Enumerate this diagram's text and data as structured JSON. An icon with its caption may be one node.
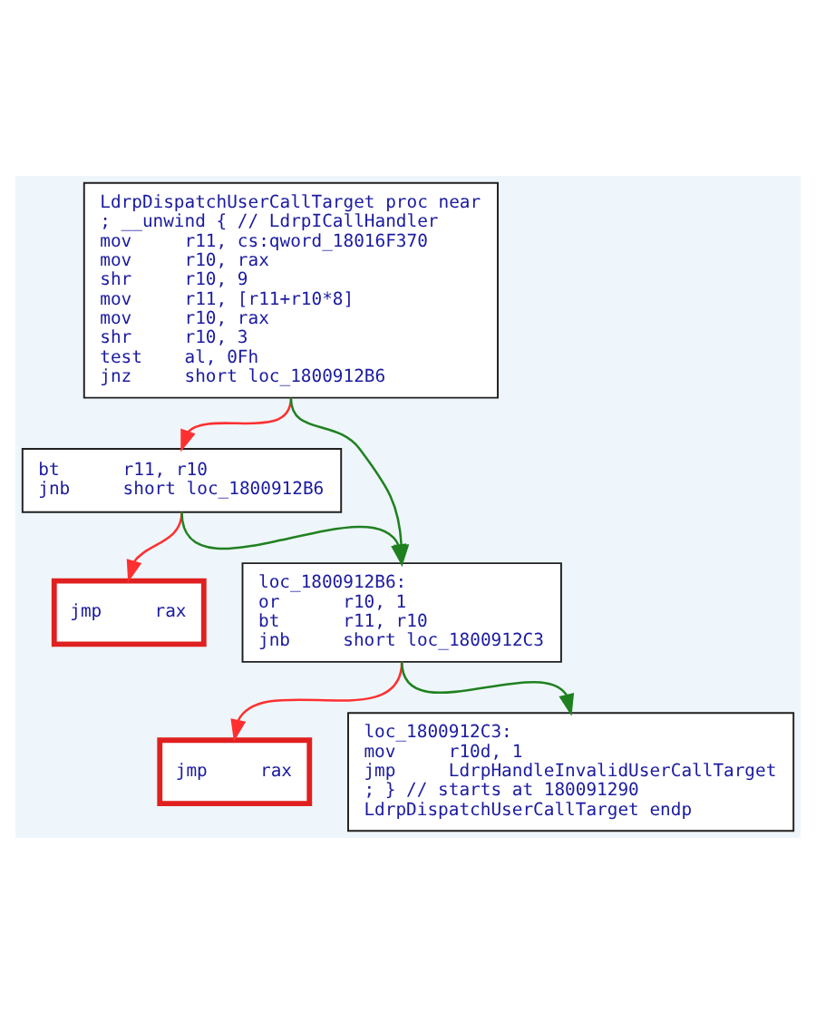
{
  "diagram": {
    "nodes": [
      {
        "text": [
          "LdrpDispatchUserCallTarget proc near",
          "; __unwind { // LdrpICallHandler",
          "mov     r11, cs:qword_18016F370",
          "mov     r10, rax",
          "shr     r10, 9",
          "mov     r11, [r11+r10*8]",
          "mov     r10, rax",
          "shr     r10, 3",
          "test    al, 0Fh",
          "jnz     short loc_1800912B6"
        ]
      },
      {
        "text": [
          "bt      r11, r10",
          "jnb     short loc_1800912B6"
        ]
      },
      {
        "text": [
          "jmp     rax"
        ]
      },
      {
        "text": [
          "loc_1800912B6:",
          "or      r10, 1",
          "bt      r11, r10",
          "jnb     short loc_1800912C3"
        ]
      },
      {
        "text": [
          "jmp     rax"
        ]
      },
      {
        "text": [
          "loc_1800912C3:",
          "mov     r10d, 1",
          "jmp     LdrpHandleInvalidUserCallTarget",
          "; } // starts at 180091290",
          "LdrpDispatchUserCallTarget endp"
        ]
      }
    ],
    "edges": [
      {
        "from": 0,
        "to": 1,
        "arrow": "to",
        "color": "#ff3030"
      },
      {
        "from": 0,
        "to": 3,
        "arrow": "to",
        "color": "#208020"
      },
      {
        "from": 1,
        "to": 2,
        "arrow": "to",
        "color": "#ff3030"
      },
      {
        "from": 1,
        "to": 3,
        "arrow": "to",
        "color": "#208020"
      },
      {
        "from": 3,
        "to": 4,
        "arrow": "to",
        "color": "#ff3030"
      },
      {
        "from": 3,
        "to": 5,
        "arrow": "to",
        "color": "#208020"
      }
    ]
  }
}
